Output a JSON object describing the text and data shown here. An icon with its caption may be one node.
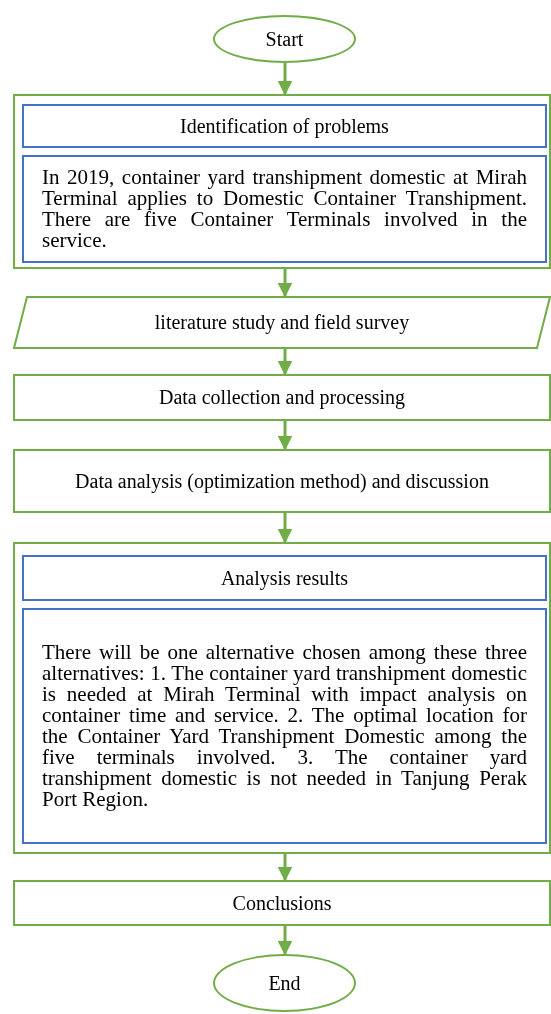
{
  "diagram": {
    "nodes": [
      {
        "text": [
          "Start"
        ]
      },
      {
        "text": [],
        "shape": "box"
      },
      {
        "text": [
          "Identification of problems"
        ],
        "in": 1
      },
      {
        "text": [
          "In 2019, container yard transhipment domestic at Mirah Terminal applies to Domestic Container Transhipment. There are five Container Terminals involved in the service."
        ],
        "in": 1
      },
      {
        "text": [
          "literature study and field survey"
        ]
      },
      {
        "text": [
          "Data collection and processing"
        ]
      },
      {
        "text": [
          "Data analysis (optimization method) and discussion"
        ]
      },
      {
        "text": [],
        "shape": "box"
      },
      {
        "text": [
          "Analysis results"
        ],
        "in": 7
      },
      {
        "text": [
          "There will be one alternative chosen among these three alternatives: 1. The container yard transhipment domestic is needed at Mirah Terminal with impact analysis on container time and service. 2. The optimal location for the Container Yard Transhipment Domestic among the five terminals involved. 3. The container yard transhipment domestic is not needed in Tanjung Perak Port Region."
        ],
        "in": 7
      },
      {
        "text": [
          "Conclusions"
        ]
      },
      {
        "text": [
          "End"
        ]
      }
    ],
    "edges": [
      {
        "from": 0,
        "to": 1,
        "arrow": "to"
      },
      {
        "from": 1,
        "to": 4,
        "arrow": "to"
      },
      {
        "from": 4,
        "to": 5,
        "arrow": "to"
      },
      {
        "from": 5,
        "to": 6,
        "arrow": "to"
      },
      {
        "from": 6,
        "to": 7,
        "arrow": "to"
      },
      {
        "from": 7,
        "to": 10,
        "arrow": "to"
      },
      {
        "from": 10,
        "to": 11,
        "arrow": "to"
      }
    ]
  }
}
